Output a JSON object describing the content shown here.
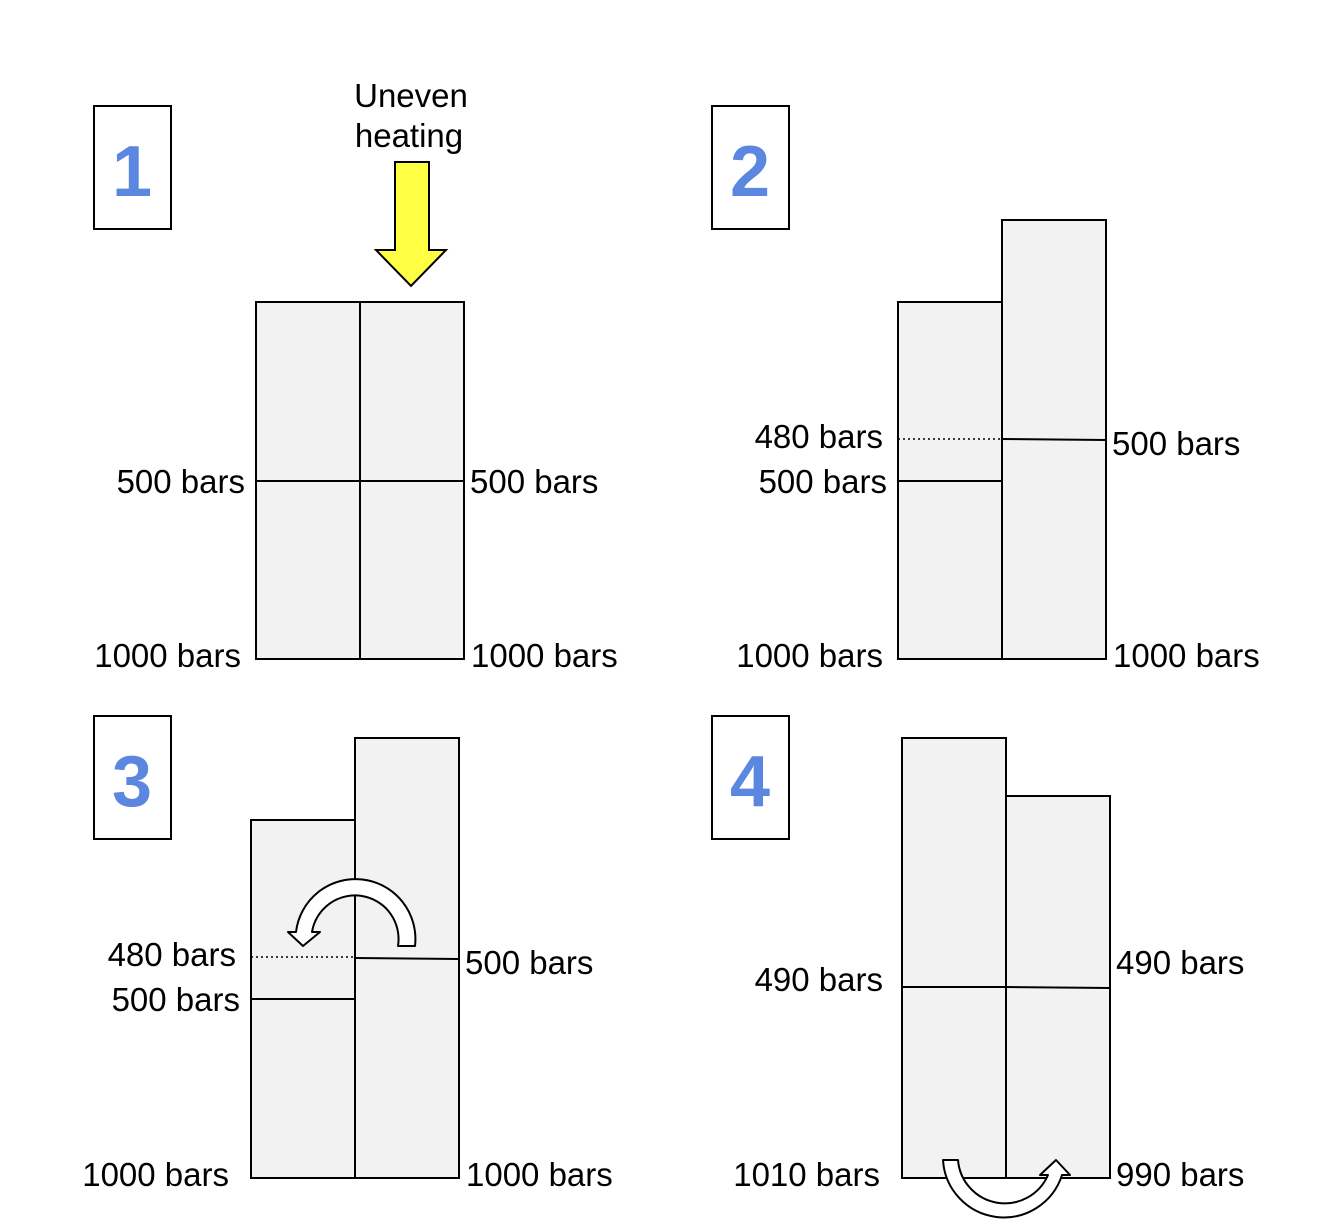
{
  "colors": {
    "step_number": "#5b87e0",
    "column_fill": "#f2f2f2",
    "heating_arrow": "#ffff44"
  },
  "panel1": {
    "step": "1",
    "heating_line1": "Uneven",
    "heating_line2": "heating",
    "left_mid": "500 bars",
    "right_mid": "500 bars",
    "left_bottom": "1000 bars",
    "right_bottom": "1000 bars"
  },
  "panel2": {
    "step": "2",
    "left_upper": "480 bars",
    "left_mid": "500 bars",
    "right_mid": "500 bars",
    "left_bottom": "1000 bars",
    "right_bottom": "1000 bars"
  },
  "panel3": {
    "step": "3",
    "left_upper": "480 bars",
    "left_mid": "500 bars",
    "right_mid": "500 bars",
    "left_bottom": "1000 bars",
    "right_bottom": "1000 bars"
  },
  "panel4": {
    "step": "4",
    "left_mid": "490 bars",
    "right_mid": "490 bars",
    "left_bottom": "1010 bars",
    "right_bottom": "990 bars"
  }
}
